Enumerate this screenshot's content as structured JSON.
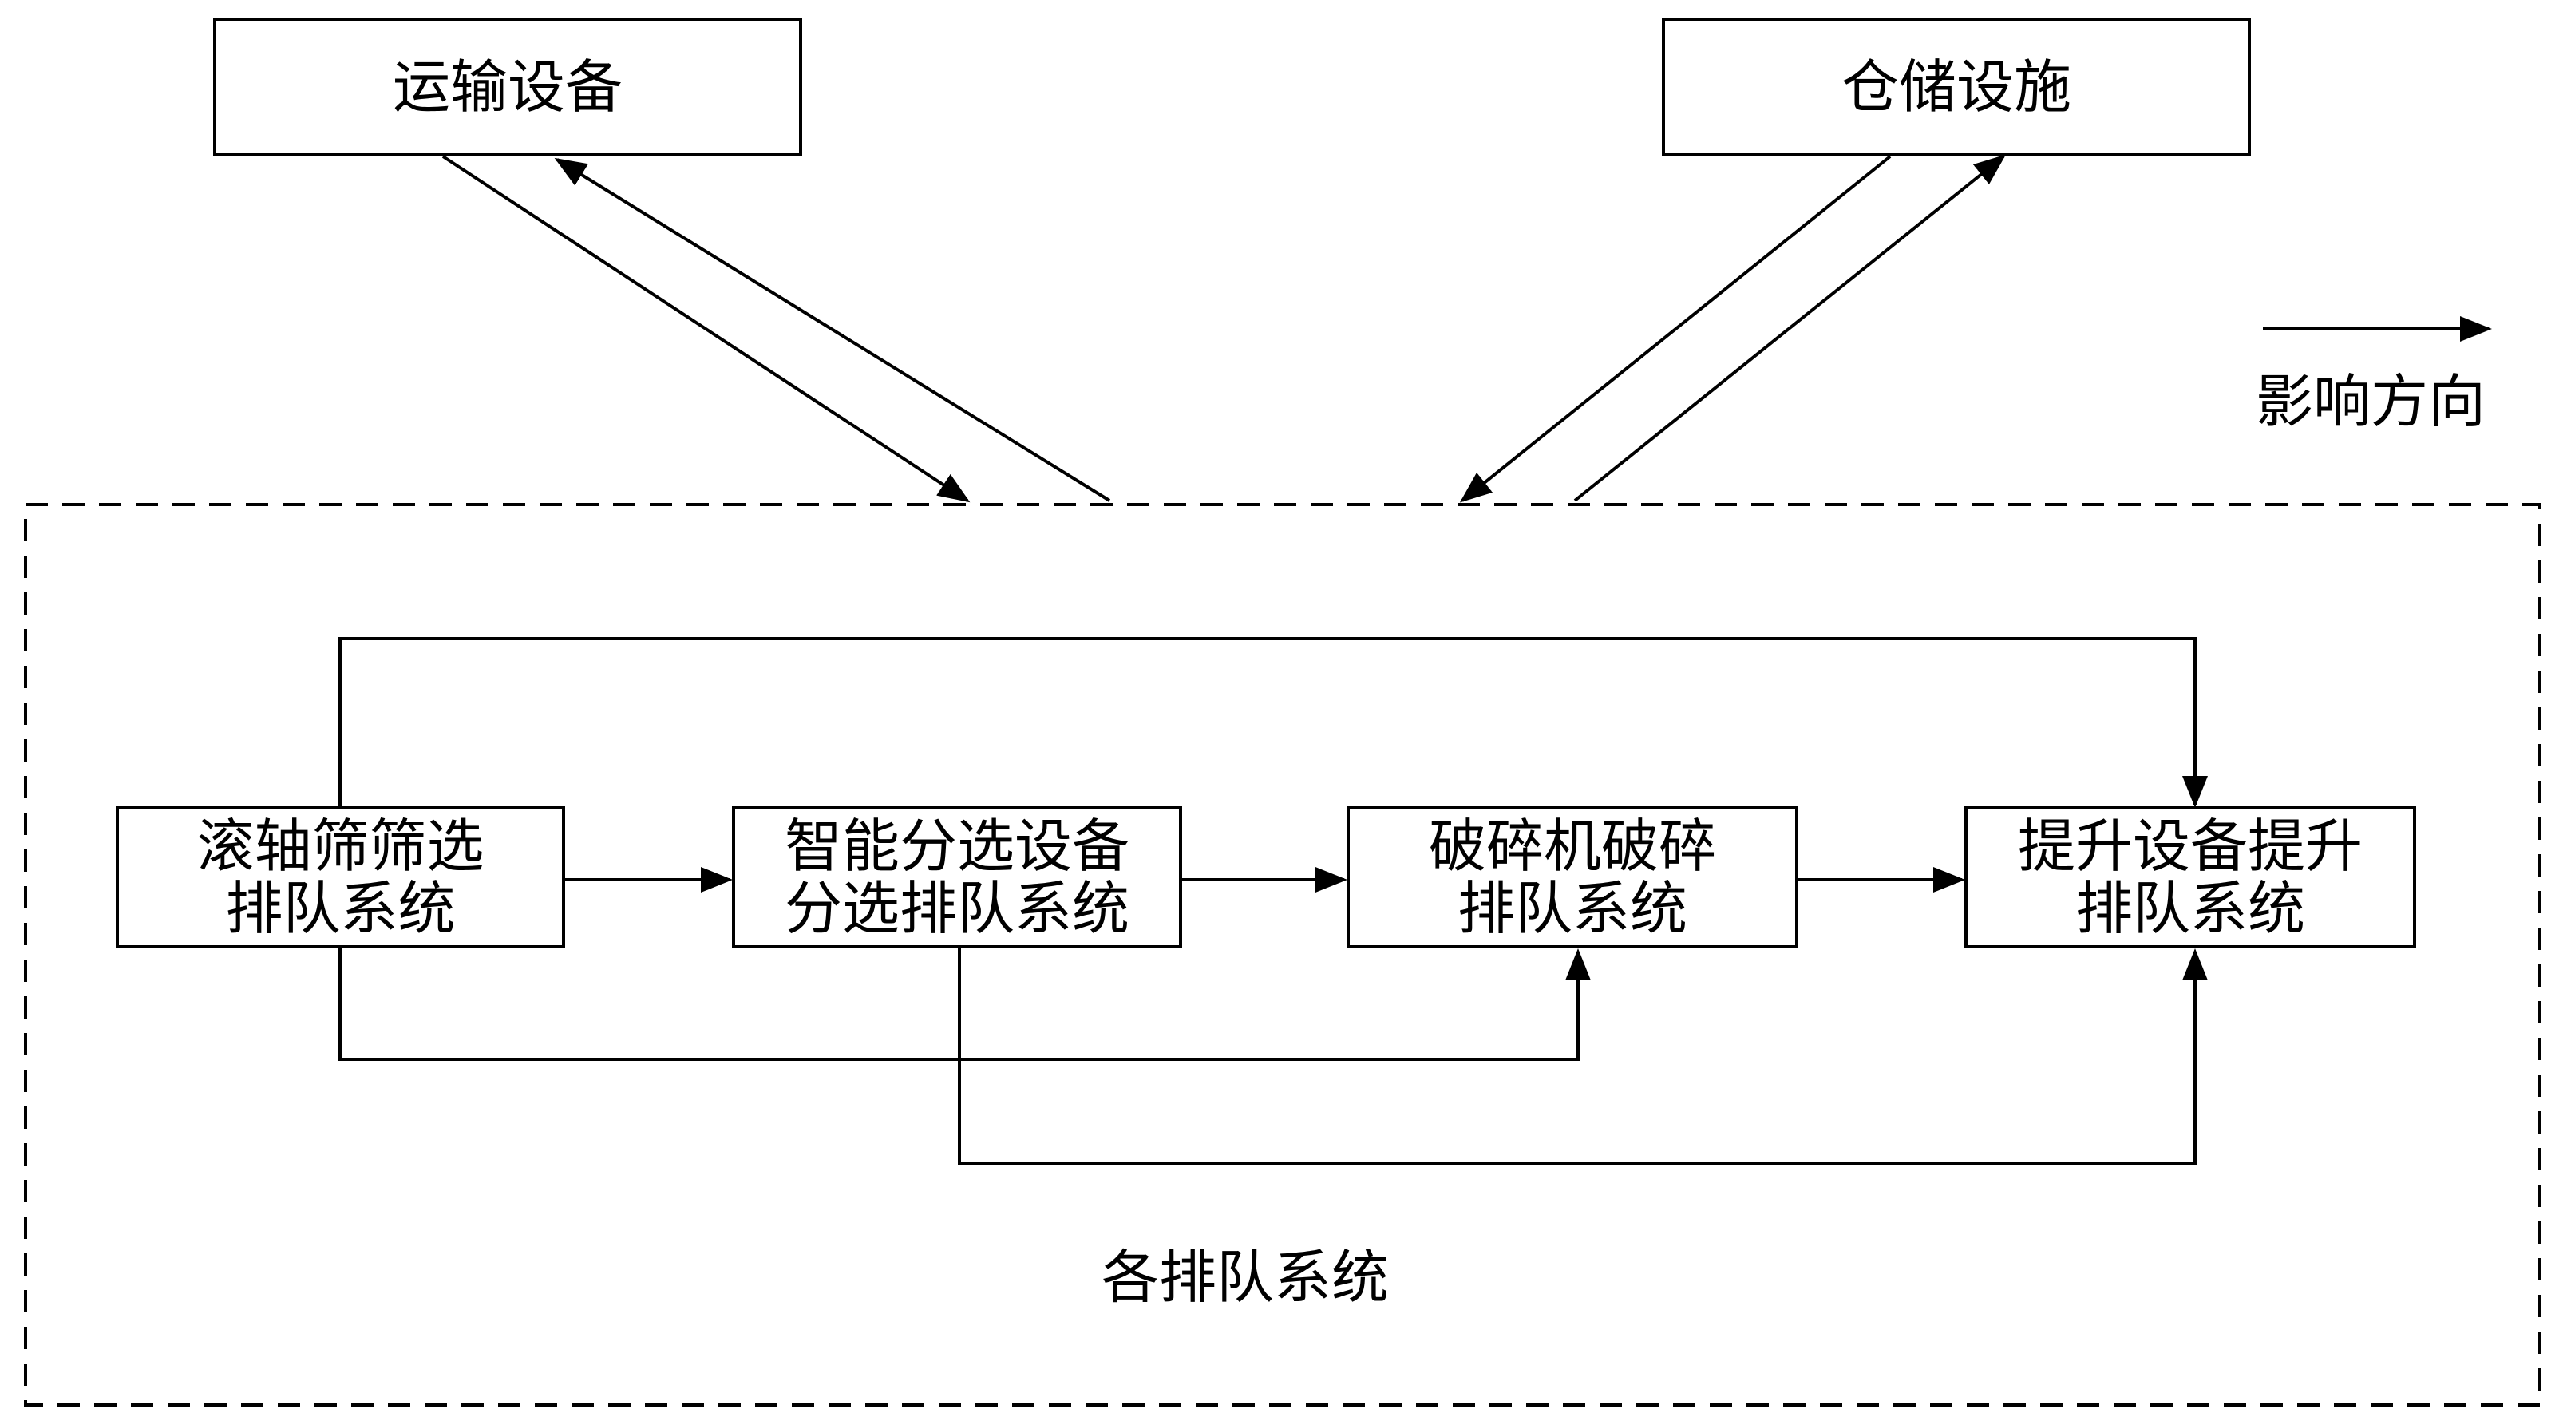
{
  "top_left": {
    "label": "运输设备"
  },
  "top_right": {
    "label": "仓储设施"
  },
  "legend": {
    "label": "影响方向"
  },
  "region": {
    "label": "各排队系统"
  },
  "nodes": {
    "roller": {
      "line1": "滚轴筛筛选",
      "line2": "排队系统"
    },
    "sorter": {
      "line1": "智能分选设备",
      "line2": "分选排队系统"
    },
    "crusher": {
      "line1": "破碎机破碎",
      "line2": "排队系统"
    },
    "lifter": {
      "line1": "提升设备提升",
      "line2": "排队系统"
    }
  },
  "colors": {
    "stroke": "#000000",
    "background": "#ffffff"
  }
}
